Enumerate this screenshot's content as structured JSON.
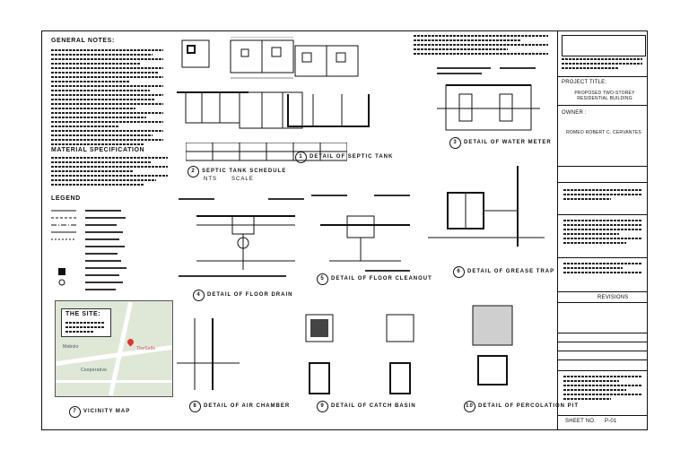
{
  "general_notes": {
    "title": "GENERAL NOTES:",
    "items": [
      "1.",
      "2.",
      "3.",
      "4.",
      "5.",
      "6.",
      "7.",
      "8.",
      "9.",
      "10.",
      "11."
    ]
  },
  "material_spec": {
    "title": "MATERIAL SPECIFICATION"
  },
  "legend": {
    "title": "LEGEND"
  },
  "septic_schedule": {
    "label": "SEPTIC TANK SCHEDULE"
  },
  "site": {
    "title": "THE SITE:",
    "map_labels": [
      "TheSalle",
      "Cooperative",
      "Mabolo"
    ]
  },
  "details": [
    {
      "num": "1",
      "title": "DETAIL OF SEPTIC TANK"
    },
    {
      "num": "2",
      "title": "SEPTIC TANK SCHEDULE"
    },
    {
      "num": "3",
      "title": "DETAIL OF WATER METER"
    },
    {
      "num": "4",
      "title": "DETAIL OF FLOOR DRAIN"
    },
    {
      "num": "5",
      "title": "DETAIL OF FLOOR CLEANOUT"
    },
    {
      "num": "6",
      "title": "DETAIL OF GREASE TRAP"
    },
    {
      "num": "7",
      "title": "VICINITY MAP"
    },
    {
      "num": "8",
      "title": "DETAIL OF AIR CHAMBER"
    },
    {
      "num": "9",
      "title": "DETAIL OF CATCH BASIN"
    },
    {
      "num": "10",
      "title": "DETAIL OF PERCOLATION PIT"
    }
  ],
  "scale_labels": {
    "nts": "NTS",
    "scale": "SCALE"
  },
  "title_block": {
    "project_title_label": "PROJECT TITLE:",
    "project_title": "PROPOSED TWO-STOREY RESIDENTIAL BUILDING",
    "owner_label": "OWNER :",
    "owner_name": "ROMEO ROBERT C. CERVANTES",
    "revisions_label": "REVISIONS",
    "sheet_label": "SHEET NO.",
    "sheet_number": "P-01"
  }
}
